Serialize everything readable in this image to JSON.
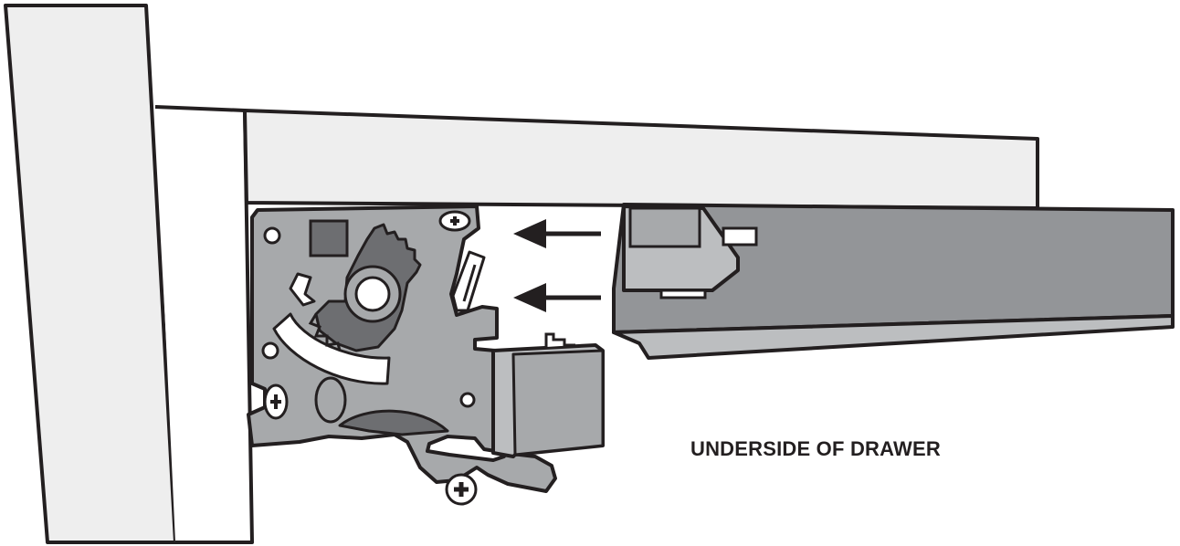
{
  "diagram": {
    "caption": "UNDERSIDE OF DRAWER",
    "colors": {
      "outline": "#231f20",
      "panel_fill": "#eeeeee",
      "mechanism_fill": "#a7a9ab",
      "mechanism_dark": "#6d6e71",
      "slide_fill": "#939598",
      "slide_light": "#bcbec0",
      "arrow": "#231f20"
    },
    "arrows": {
      "count": 2,
      "direction": "left",
      "icon": "left-arrow-icon"
    }
  }
}
